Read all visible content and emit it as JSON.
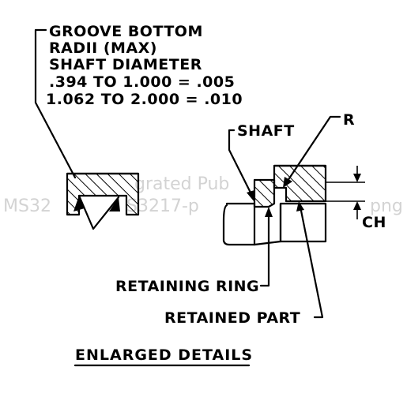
{
  "note": {
    "line1": "GROOVE BOTTOM",
    "line2": "RADII (MAX)",
    "line3": "SHAFT DIAMETER",
    "line4": ".394 TO 1.000 = .005",
    "line5": "1.062 TO 2.000 = .010"
  },
  "labels": {
    "shaft": "SHAFT",
    "r": "R",
    "ch": "CH",
    "retaining_ring": "RETAINING RING",
    "retained_part": "RETAINED PART"
  },
  "title": "ENLARGED DETAILS",
  "watermark": {
    "line1": "grated Pub",
    "line2_left": "MS32",
    "line2_right": "S3217-p",
    "line2_end": "png"
  },
  "colors": {
    "ink": "#000000",
    "paper": "#ffffff",
    "watermark": "#b0b0b0"
  }
}
